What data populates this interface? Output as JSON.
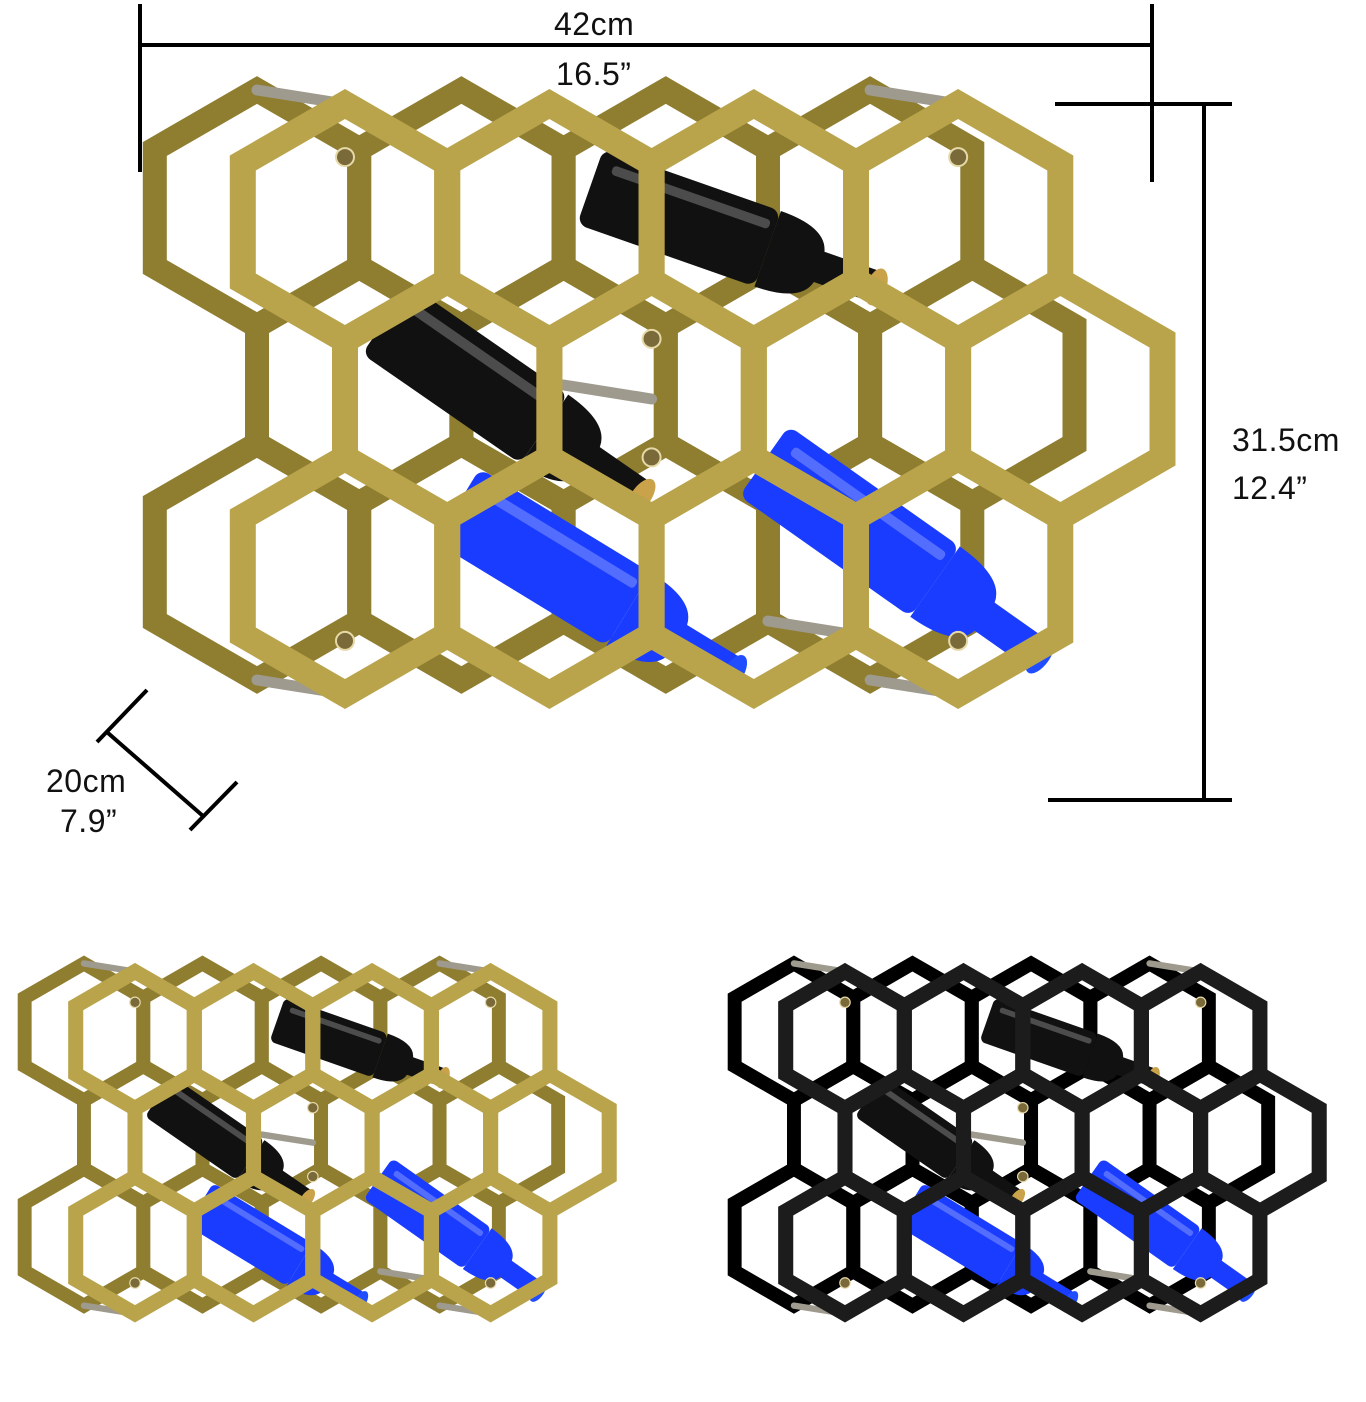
{
  "dimensions": {
    "width_cm": "42cm",
    "width_in": "16.5”",
    "height_cm": "31.5cm",
    "height_in": "12.4”",
    "depth_cm": "20cm",
    "depth_in": "7.9”"
  },
  "variants": [
    {
      "finish": "gold",
      "color": "#b9a44c",
      "edge": "#8f7d30"
    },
    {
      "finish": "black",
      "color": "#1c1c1c",
      "edge": "#000000"
    }
  ],
  "bottles": {
    "dark_glass": "#111111",
    "blue_glass": "#1a3cff",
    "cork": "#c9a24a"
  }
}
